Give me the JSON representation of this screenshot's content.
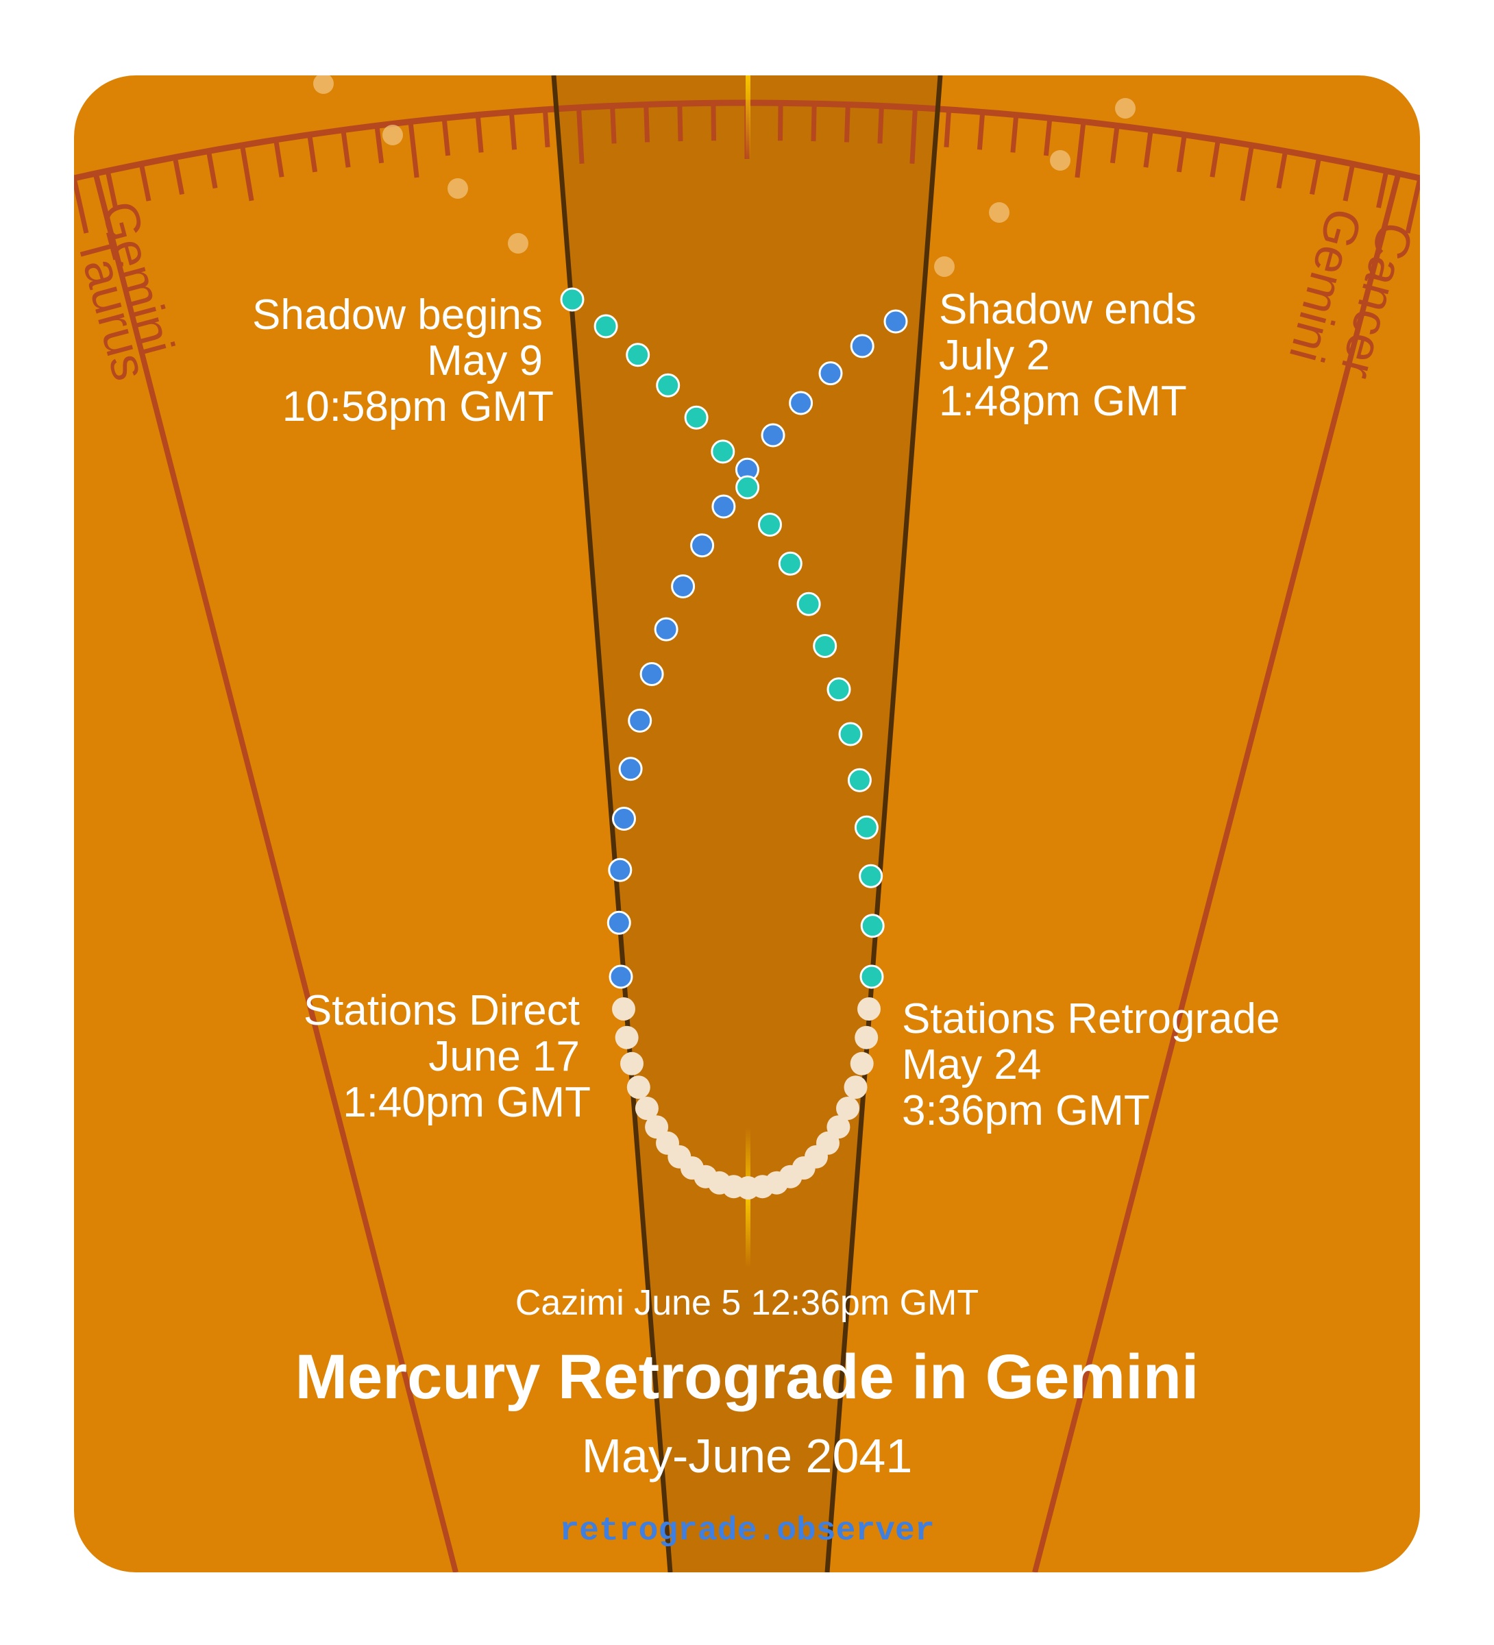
{
  "colors": {
    "page_background": "#ffffff",
    "card_background": "#dc8204",
    "shadow_band": "#c27104",
    "sign_line": "#b5481f",
    "sign_label": "#b5481f",
    "band_edge": "#4e2f08",
    "sun_line": "#f7c400",
    "label_text": "#ffffff",
    "site_text": "#3f7fe0",
    "dot_pre_shadow": "#22c9b5",
    "dot_retrograde": "#f3e2cc",
    "dot_post_shadow": "#3f87e0",
    "star": "#f2c17b"
  },
  "zodiac": {
    "left_labels": [
      "Taurus",
      "Gemini"
    ],
    "right_labels": [
      "Gemini",
      "Cancer"
    ]
  },
  "events": {
    "shadow_begins": {
      "title": "Shadow begins",
      "date": "May 9",
      "time": "10:58pm GMT"
    },
    "shadow_ends": {
      "title": "Shadow ends",
      "date": "July 2",
      "time": "1:48pm GMT"
    },
    "stations_direct": {
      "title": "Stations Direct",
      "date": "June 17",
      "time": "1:40pm GMT"
    },
    "stations_retrograde": {
      "title": "Stations Retrograde",
      "date": "May 24",
      "time": "3:36pm GMT"
    },
    "cazimi": "Cazimi June 5 12:36pm GMT"
  },
  "title": "Mercury Retrograde in Gemini",
  "subtitle": "May-June 2041",
  "site": "retrograde.observer",
  "path": {
    "pre_shadow_count": 18,
    "retrograde_count": 25,
    "post_shadow_count": 17
  }
}
